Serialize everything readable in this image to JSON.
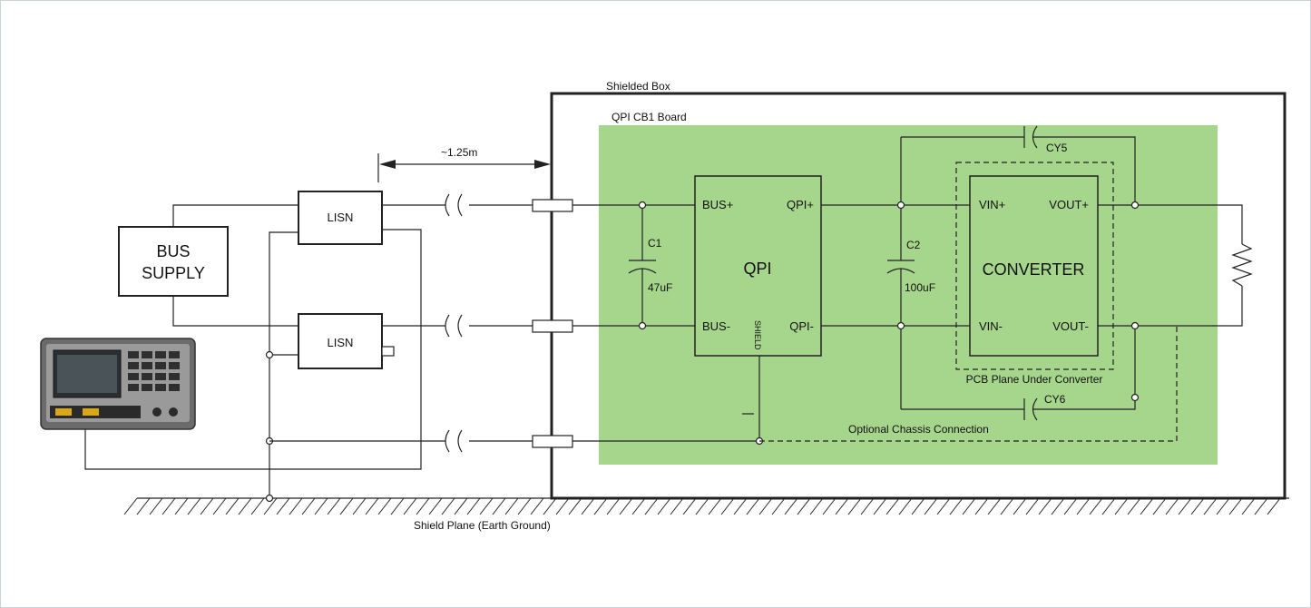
{
  "colors": {
    "board_fill": "#a6d58c",
    "line": "#222222",
    "frame_border": "#c9d3dc"
  },
  "labels": {
    "shielded_box": "Shielded Box",
    "board": "QPI CB1 Board",
    "distance": "~1.25m",
    "lisn_top": "LISN",
    "lisn_bottom": "LISN",
    "bus_supply_line1": "BUS",
    "bus_supply_line2": "SUPPLY",
    "c1_name": "C1",
    "c1_value": "47uF",
    "qpi_title": "QPI",
    "qpi_bus_plus": "BUS+",
    "qpi_bus_minus": "BUS-",
    "qpi_out_plus": "QPI+",
    "qpi_out_minus": "QPI-",
    "qpi_shield": "SHIELD",
    "c2_name": "C2",
    "c2_value": "100uF",
    "converter_title": "CONVERTER",
    "vin_plus": "VIN+",
    "vin_minus": "VIN-",
    "vout_plus": "VOUT+",
    "vout_minus": "VOUT-",
    "cy5": "CY5",
    "cy6": "CY6",
    "pcb_plane": "PCB Plane Under Converter",
    "chassis_connection": "Optional Chassis Connection",
    "ground_plane": "Shield Plane (Earth Ground)"
  }
}
